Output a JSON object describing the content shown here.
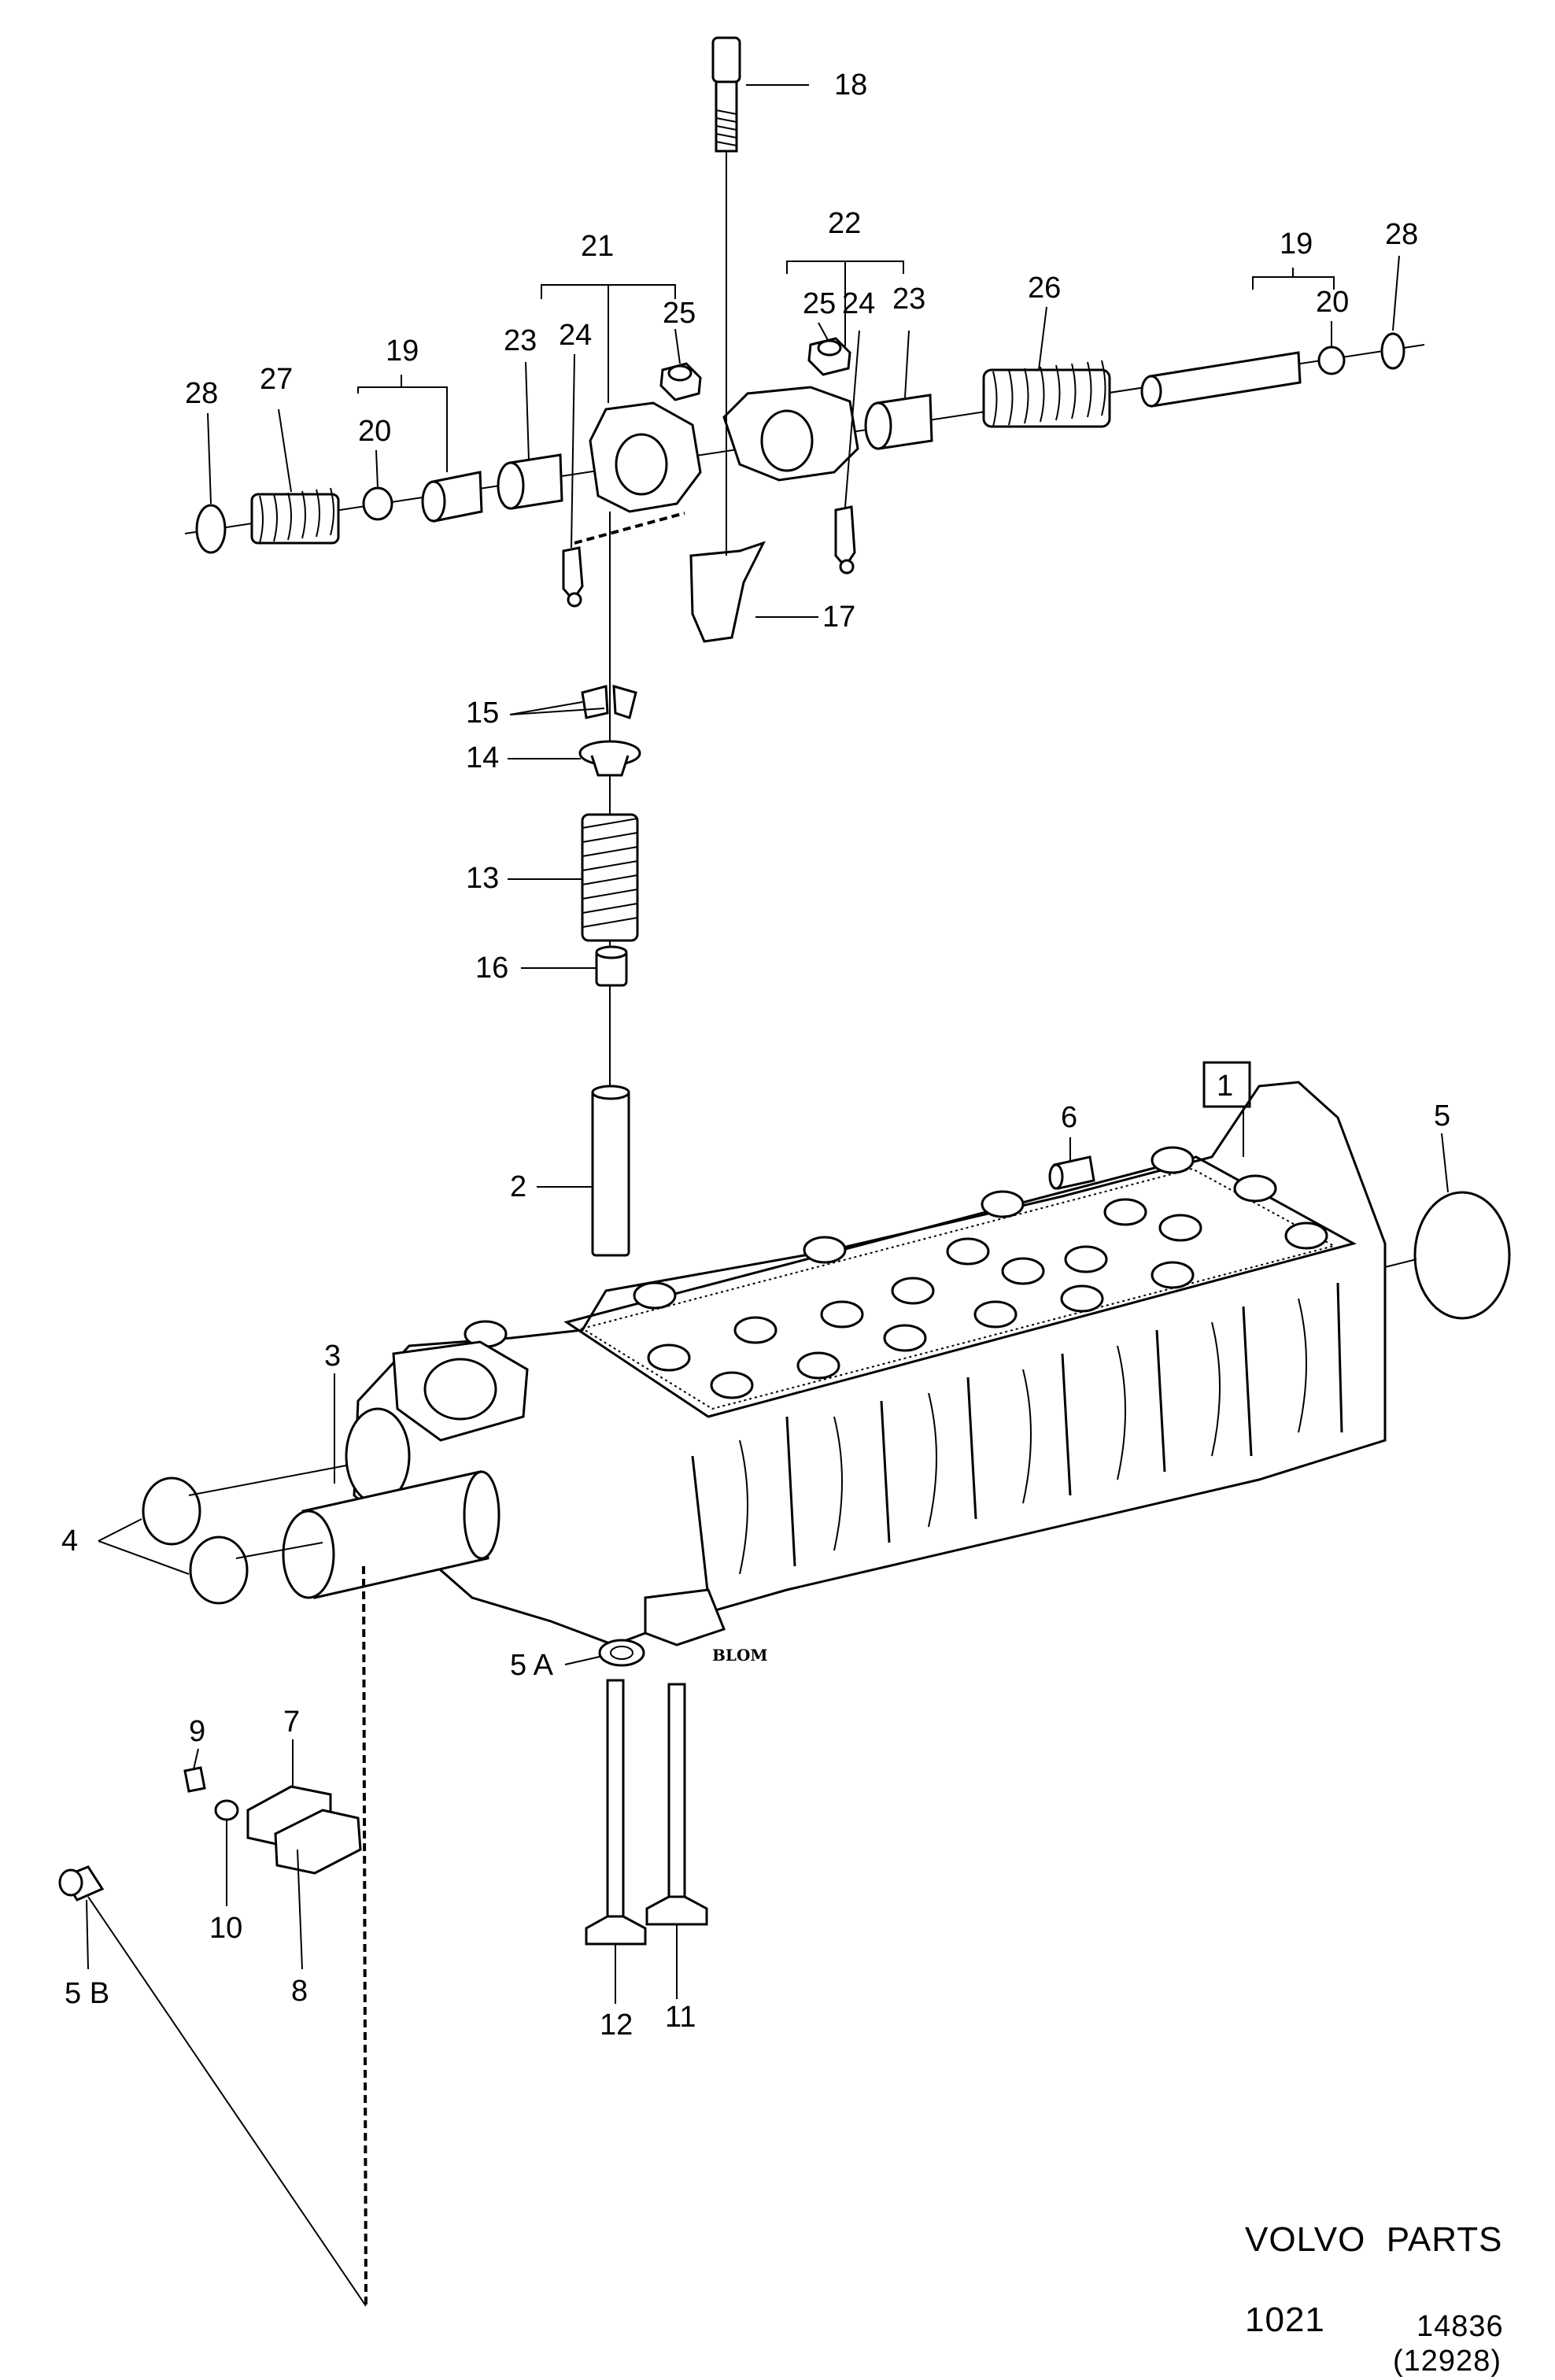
{
  "labels": {
    "p1": "1",
    "p2": "2",
    "p3": "3",
    "p4": "4",
    "p5": "5",
    "p5a": "5 A",
    "p5b": "5 B",
    "p6": "6",
    "p7": "7",
    "p8": "8",
    "p9": "9",
    "p10": "10",
    "p11": "11",
    "p12": "12",
    "p13": "13",
    "p14": "14",
    "p15": "15",
    "p16": "16",
    "p17": "17",
    "p18": "18",
    "p19_left": "19",
    "p19_right": "19",
    "p20_left": "20",
    "p20_right": "20",
    "p21": "21",
    "p22": "22",
    "p23_left": "23",
    "p23_right": "23",
    "p24_left": "24",
    "p24_right": "24",
    "p25_left": "25",
    "p25_right": "25",
    "p26": "26",
    "p27": "27",
    "p28_left": "28",
    "p28_right": "28"
  },
  "stamp": "BLOM",
  "footer": {
    "brand": "VOLVO  PARTS",
    "page": "1021",
    "number": "14836",
    "ref": "(12928)"
  }
}
